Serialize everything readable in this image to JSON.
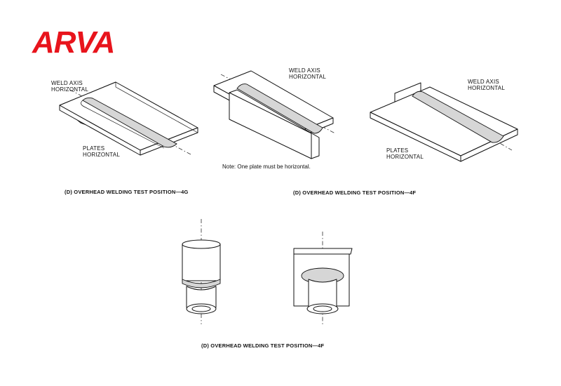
{
  "logo": {
    "text": "ARVA",
    "color": "#e8141c"
  },
  "diagrams": {
    "plate_4g": {
      "weld_axis_label_1": "WELD AXIS",
      "weld_axis_label_2": "HORIZONTAL",
      "plates_label_1": "PLATES",
      "plates_label_2": "HORIZONTAL",
      "caption": "(D) OVERHEAD WELDING TEST POSITION—4G"
    },
    "tjoint_4f": {
      "weld_axis_label_1": "WELD AXIS",
      "weld_axis_label_2": "HORIZONTAL",
      "note": "Note: One plate must be horizontal.",
      "caption": "(D) OVERHEAD WELDING TEST POSITION—4F"
    },
    "lap_4f": {
      "weld_axis_label_1": "WELD AXIS",
      "weld_axis_label_2": "HORIZONTAL",
      "plates_label_1": "PLATES",
      "plates_label_2": "HORIZONTAL"
    },
    "pipe_4f": {
      "caption": "(D) OVERHEAD WELDING TEST POSITION—4F"
    }
  },
  "colors": {
    "bead": "#d6d6d6",
    "line": "#111111"
  }
}
